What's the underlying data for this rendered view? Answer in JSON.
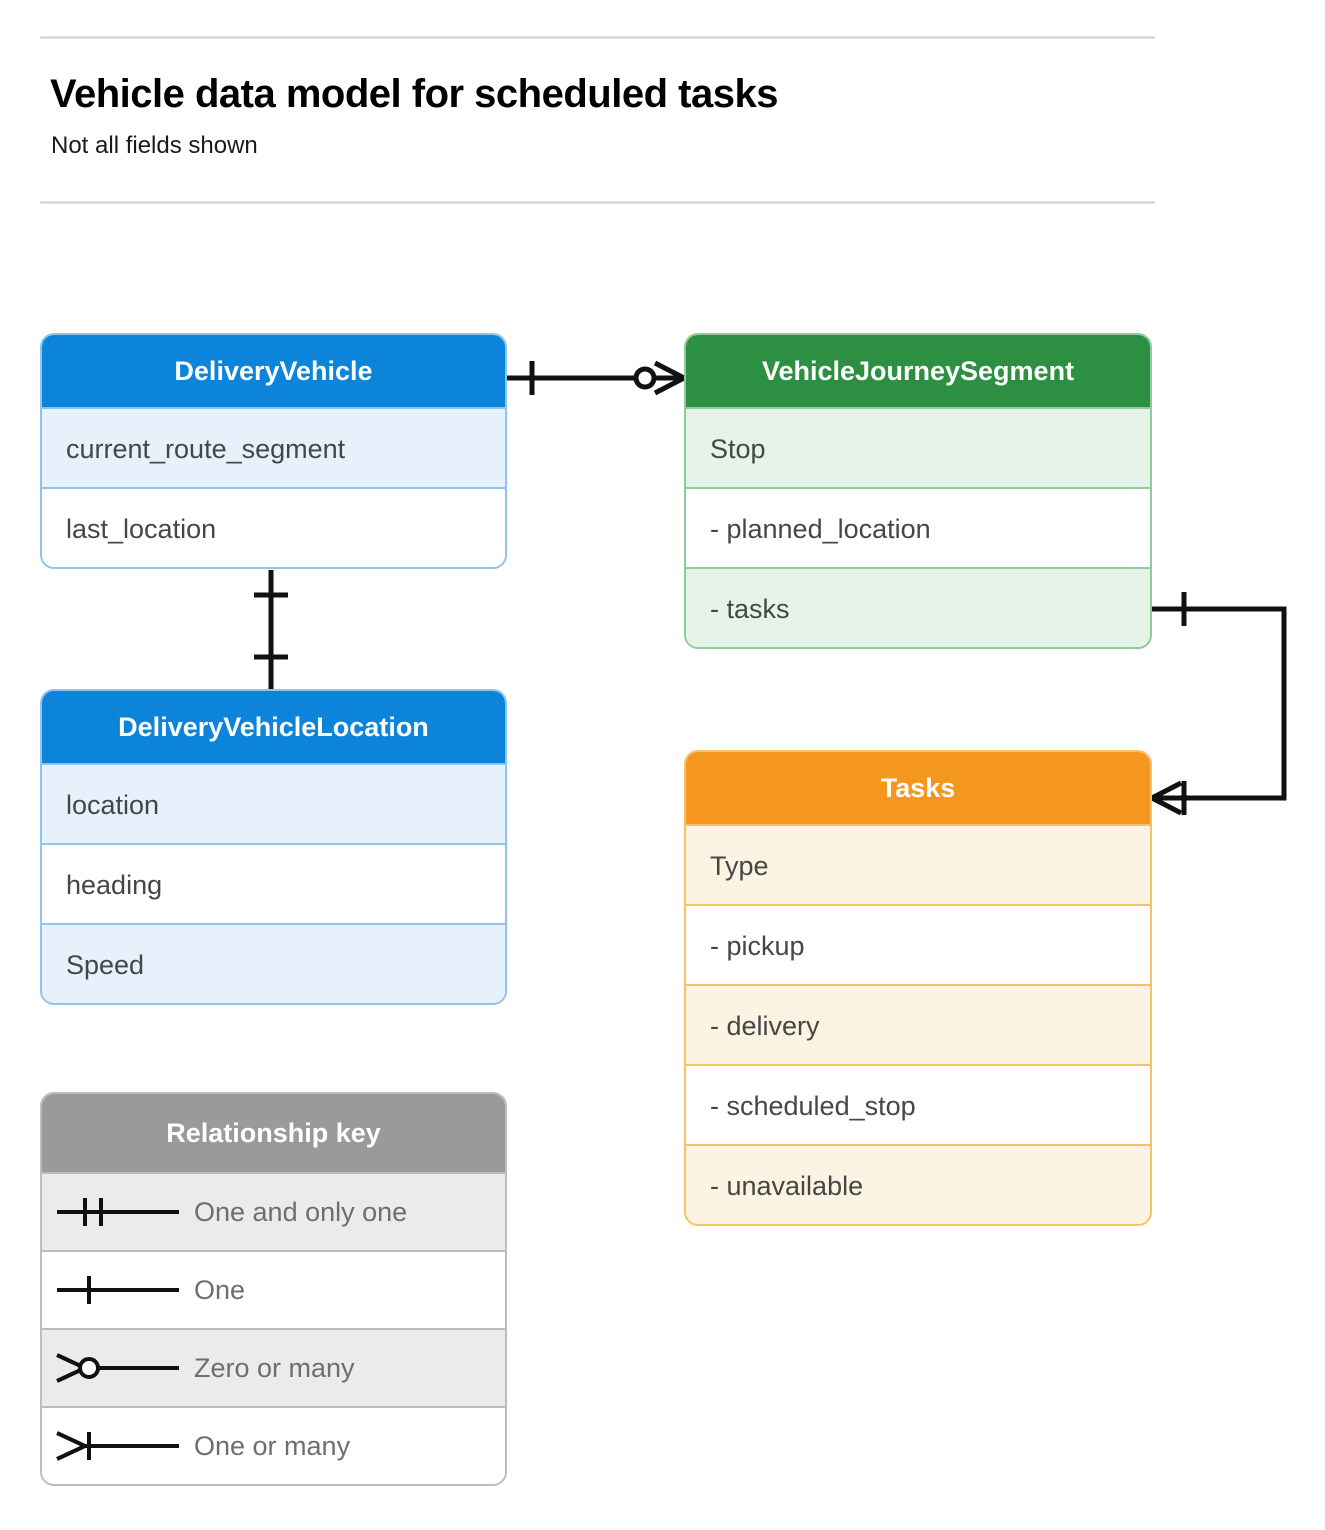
{
  "header": {
    "title": "Vehicle data model for scheduled tasks",
    "subtitle": "Not all fields shown"
  },
  "colors": {
    "blue_header": "#0b84d9",
    "blue_row": "#e6f1fc",
    "blue_border": "#8ec4ef",
    "green_header": "#2d8f42",
    "green_row": "#e6f3e9",
    "green_border": "#8fcb9b",
    "orange_header": "#f5971f",
    "orange_row": "#fdf3e3",
    "orange_border": "#f7c264",
    "gray_header": "#9a9a9a",
    "gray_row": "#ebebeb",
    "gray_border": "#bdbdbd",
    "connector": "#111111",
    "rule": "#dadce0",
    "field_text": "#444746"
  },
  "entities": {
    "delivery_vehicle": {
      "name": "DeliveryVehicle",
      "fields": [
        {
          "label": "current_route_segment"
        },
        {
          "label": "last_location"
        }
      ]
    },
    "vehicle_journey_segment": {
      "name": "VehicleJourneySegment",
      "fields": [
        {
          "label": "Stop"
        },
        {
          "label": "-  planned_location"
        },
        {
          "label": "- tasks"
        }
      ]
    },
    "delivery_vehicle_location": {
      "name": "DeliveryVehicleLocation",
      "fields": [
        {
          "label": "location"
        },
        {
          "label": "heading"
        },
        {
          "label": "Speed"
        }
      ]
    },
    "tasks": {
      "name": "Tasks",
      "fields": [
        {
          "label": "Type"
        },
        {
          "label": "-  pickup"
        },
        {
          "label": "-  delivery"
        },
        {
          "label": "-  scheduled_stop"
        },
        {
          "label": "-  unavailable"
        }
      ]
    }
  },
  "legend": {
    "title": "Relationship key",
    "rows": [
      {
        "symbol": "one-and-only-one-icon",
        "label": "One and only one"
      },
      {
        "symbol": "one-icon",
        "label": "One"
      },
      {
        "symbol": "zero-or-many-icon",
        "label": "Zero or many"
      },
      {
        "symbol": "one-or-many-icon",
        "label": "One or many"
      }
    ]
  },
  "relationships": [
    {
      "from": "DeliveryVehicle",
      "to": "VehicleJourneySegment",
      "from_cardinality": "One",
      "to_cardinality": "Zero or many"
    },
    {
      "from": "DeliveryVehicle",
      "to": "DeliveryVehicleLocation",
      "from_cardinality": "One",
      "to_cardinality": "One"
    },
    {
      "from": "VehicleJourneySegment.tasks",
      "to": "Tasks",
      "from_cardinality": "One",
      "to_cardinality": "One or many"
    }
  ]
}
